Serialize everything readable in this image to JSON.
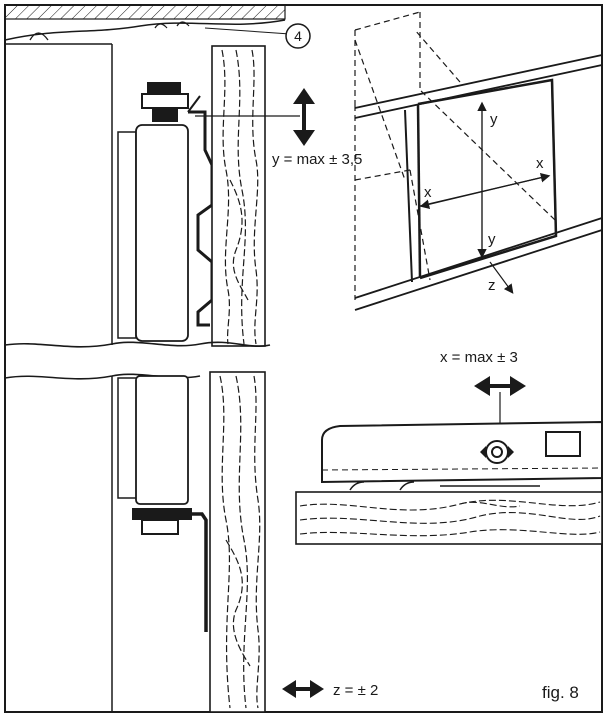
{
  "diagram": {
    "callout_number": "4",
    "y_tolerance_label": "y = max ± 3,5",
    "x_tolerance_label": "x = max ± 3",
    "z_tolerance_label": "z = ± 2",
    "axis_labels": {
      "y_top": "y",
      "y_bottom": "y",
      "x_left": "x",
      "x_right": "x",
      "z": "z"
    },
    "figure_label": "fig. 8",
    "arrow_icons": [
      "vertical-double-arrow-icon",
      "horizontal-double-arrow-icon",
      "horizontal-double-arrow-icon"
    ],
    "colors": {
      "ink": "#1a1a1a",
      "frame": "#1a1a1a",
      "background": "#ffffff"
    }
  }
}
